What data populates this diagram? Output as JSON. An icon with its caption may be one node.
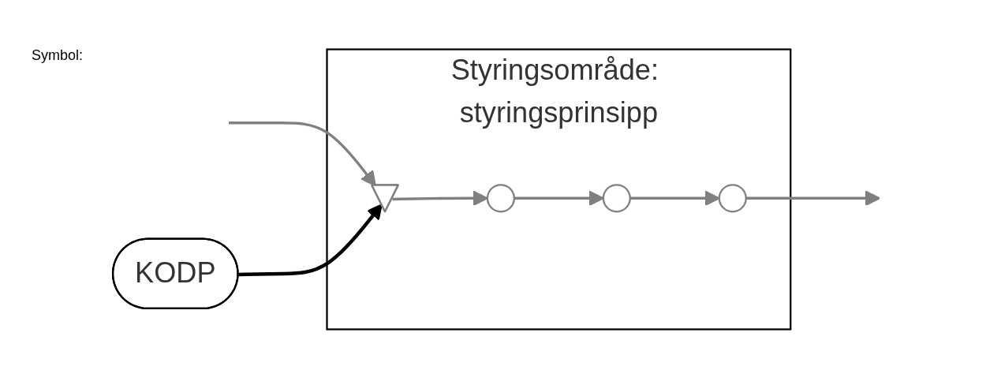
{
  "diagram": {
    "nodes": [
      {
        "text": [
          "KODP"
        ]
      },
      {
        "text": [
          "Styringsområde: styringsprinsipp"
        ]
      },
      {
        "text": [],
        "shape": "triangle",
        "in": 1
      },
      {
        "text": [],
        "shape": "circle",
        "in": 1
      },
      {
        "text": [],
        "shape": "circle",
        "in": 1
      },
      {
        "text": [],
        "shape": "circle",
        "in": 1
      }
    ],
    "edges": [
      {
        "from": null,
        "to": 2,
        "arrow": "to"
      },
      {
        "from": 0,
        "to": 2,
        "arrow": "to",
        "color": "#000000"
      },
      {
        "from": 2,
        "to": 3,
        "arrow": "to"
      },
      {
        "from": 3,
        "to": 4,
        "arrow": "to"
      },
      {
        "from": 4,
        "to": 5,
        "arrow": "to"
      },
      {
        "from": 5,
        "to": null,
        "arrow": "to"
      }
    ],
    "labels": [
      "Symbol:"
    ]
  }
}
